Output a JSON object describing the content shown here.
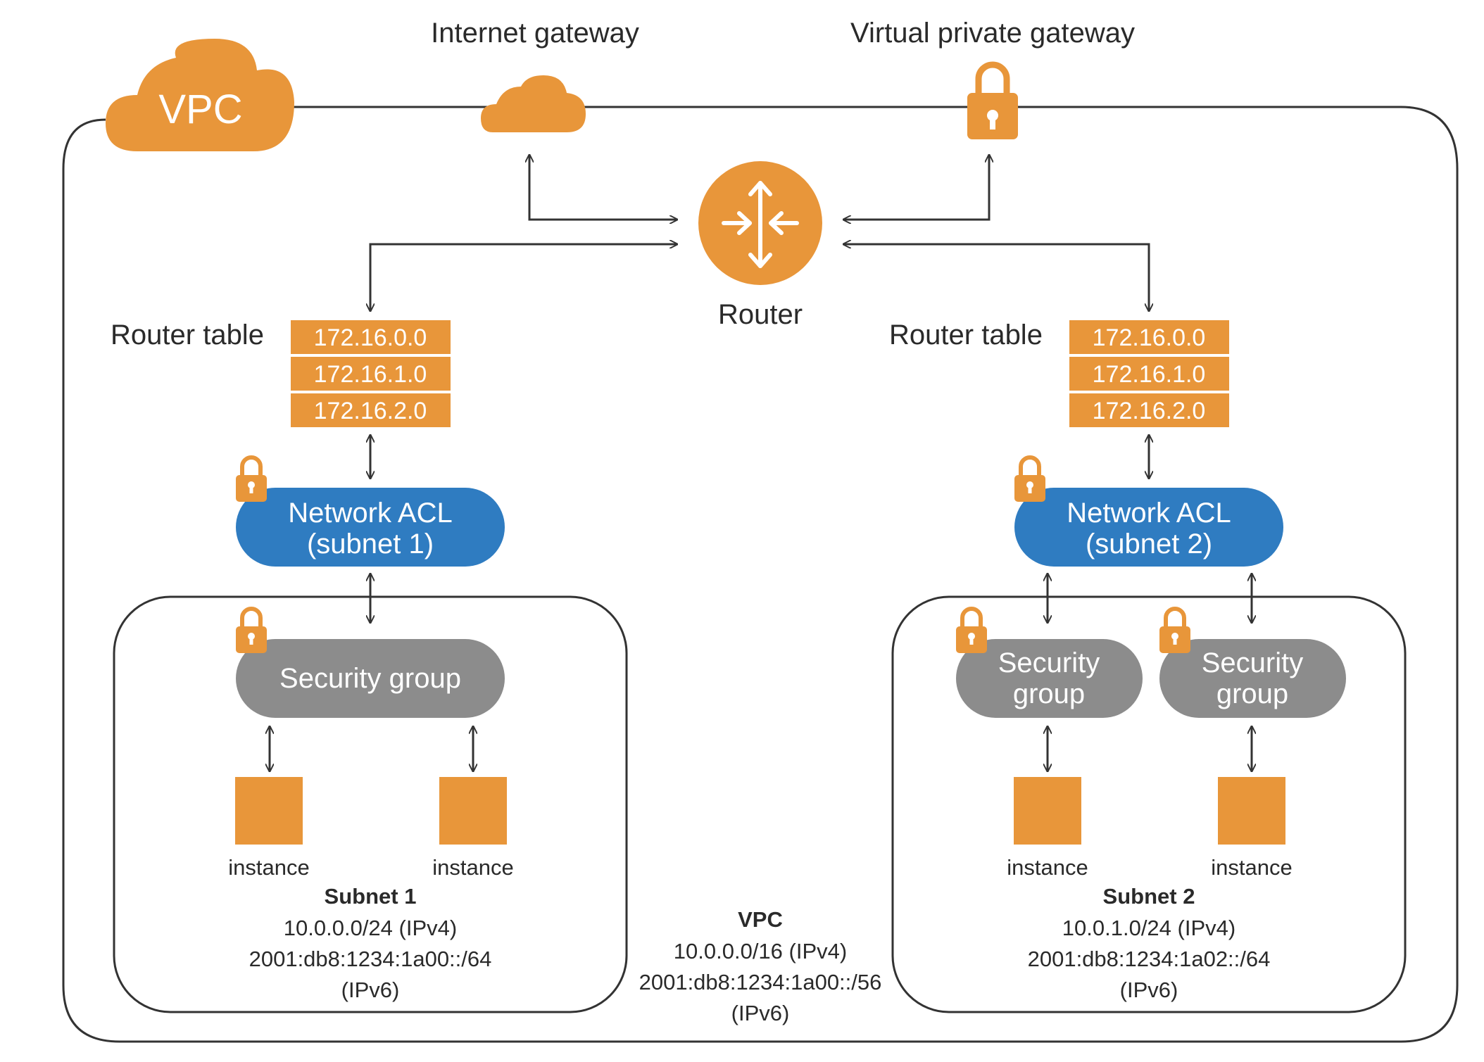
{
  "diagram": {
    "vpc_badge": "VPC",
    "internet_gateway": {
      "label": "Internet gateway",
      "icon": "cloud-icon"
    },
    "virtual_private_gateway": {
      "label": "Virtual private gateway",
      "icon": "lock-icon"
    },
    "router": {
      "label": "Router",
      "icon": "router-icon"
    },
    "subnets": [
      {
        "router_table_label": "Router table",
        "routes": [
          "172.16.0.0",
          "172.16.1.0",
          "172.16.2.0"
        ],
        "nacl": {
          "line1": "Network ACL",
          "line2": "(subnet 1)"
        },
        "security_groups": [
          {
            "line1": "Security group",
            "line2": ""
          }
        ],
        "instances": [
          "instance",
          "instance"
        ],
        "title": "Subnet 1",
        "ipv4": "10.0.0.0/24 (IPv4)",
        "ipv6": "2001:db8:1234:1a00::/64",
        "ipv6_tag": "(IPv6)"
      },
      {
        "router_table_label": "Router table",
        "routes": [
          "172.16.0.0",
          "172.16.1.0",
          "172.16.2.0"
        ],
        "nacl": {
          "line1": "Network ACL",
          "line2": "(subnet 2)"
        },
        "security_groups": [
          {
            "line1": "Security",
            "line2": "group"
          },
          {
            "line1": "Security",
            "line2": "group"
          }
        ],
        "instances": [
          "instance",
          "instance"
        ],
        "title": "Subnet 2",
        "ipv4": "10.0.1.0/24 (IPv4)",
        "ipv6": "2001:db8:1234:1a02::/64",
        "ipv6_tag": "(IPv6)"
      }
    ],
    "vpc_info": {
      "title": "VPC",
      "ipv4": "10.0.0.0/16 (IPv4)",
      "ipv6": "2001:db8:1234:1a00::/56",
      "ipv6_tag": "(IPv6)"
    },
    "colors": {
      "orange": "#e8963a",
      "blue": "#2f7cc1",
      "gray": "#8c8c8c",
      "line": "#333333"
    }
  }
}
